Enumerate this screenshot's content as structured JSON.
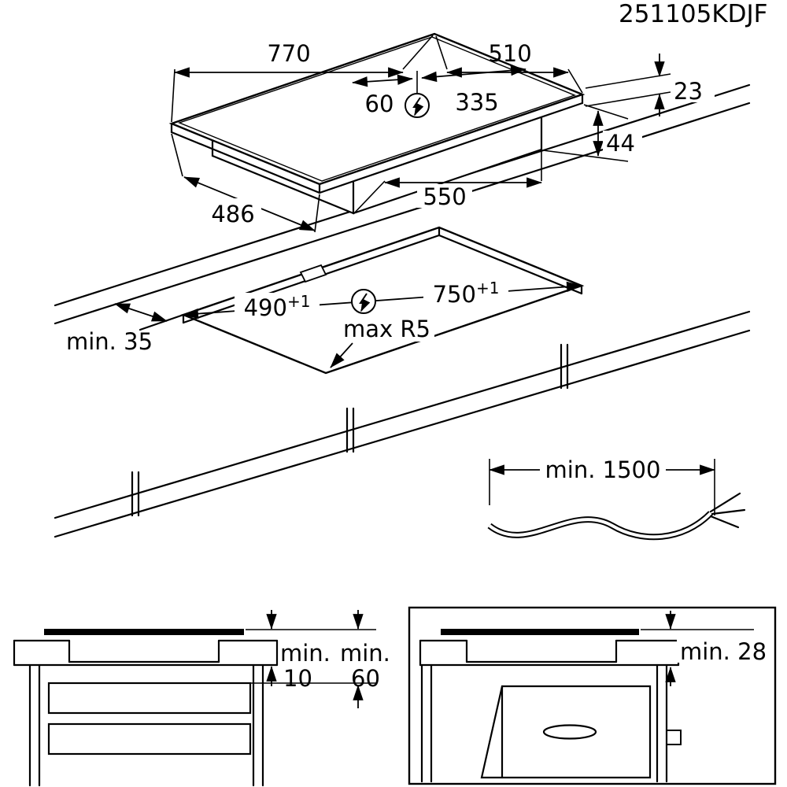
{
  "model_number": "251105KDJF",
  "hob": {
    "width": "770",
    "depth": "510",
    "connection_offset_a": "60",
    "connection_offset_b": "335",
    "glass_thickness": "23",
    "body_height": "44",
    "body_depth": "486",
    "body_width": "550"
  },
  "cutout": {
    "depth": "490",
    "depth_tol": "+1",
    "width": "750",
    "width_tol": "+1",
    "corner_radius": "max R5",
    "rear_clearance": "min. 35"
  },
  "cable": {
    "min_length": "min. 1500"
  },
  "drawer_section": {
    "top_prefix": "min.",
    "top_value": "10",
    "bottom_prefix": "min.",
    "bottom_value": "60"
  },
  "oven_section": {
    "clearance": "min. 28"
  }
}
